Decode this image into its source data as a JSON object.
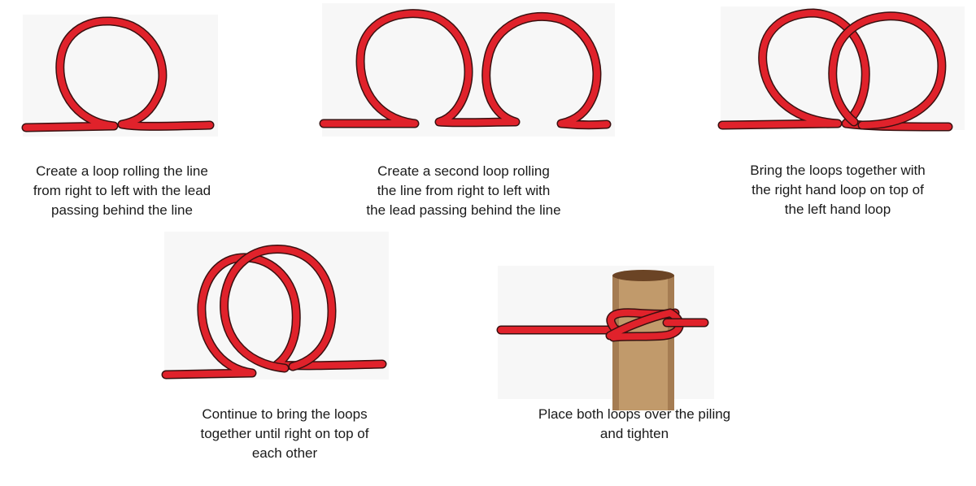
{
  "colors": {
    "rope": "#e0222b",
    "rope_outline": "#3a1010",
    "piling": "#c19a6b",
    "piling_top": "#6b4425",
    "panel_background": "#f7f7f7",
    "caption_text": "#1a1a1a"
  },
  "steps": [
    {
      "illustration": "single-loop",
      "caption": "Create a loop rolling the line from right to left with the lead passing behind the line"
    },
    {
      "illustration": "two-separate-loops",
      "caption": "Create a second loop rolling the line from right to left with the lead passing behind the line"
    },
    {
      "illustration": "overlapping-loops",
      "caption": "Bring the loops together with the right hand loop on top of the left hand loop"
    },
    {
      "illustration": "stacked-loops",
      "caption": "Continue to bring the loops together until right on top of each other"
    },
    {
      "illustration": "clove-hitch-on-piling",
      "caption": "Place both loops over the piling and tighten"
    }
  ]
}
